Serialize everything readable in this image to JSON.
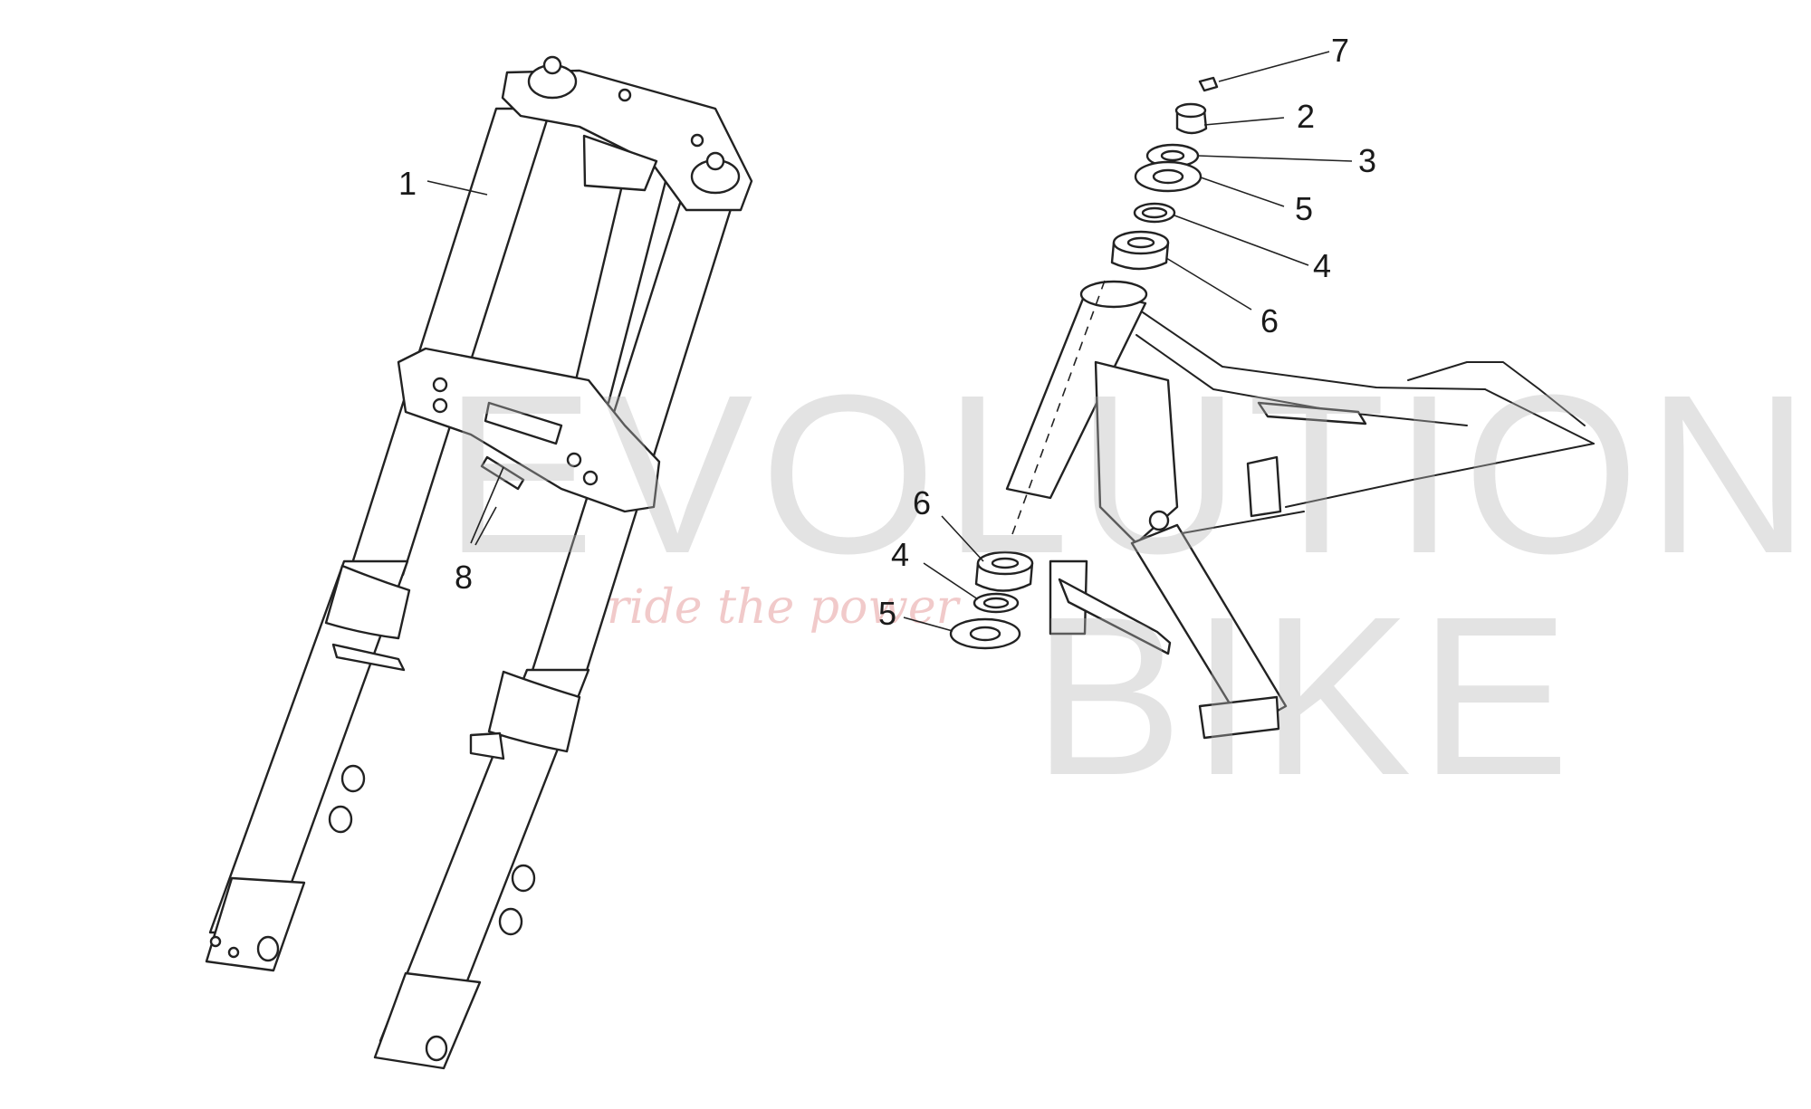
{
  "diagram": {
    "callouts": {
      "c1": "1",
      "c2": "2",
      "c3": "3",
      "c4a": "4",
      "c4b": "4",
      "c5a": "5",
      "c5b": "5",
      "c6a": "6",
      "c6b": "6",
      "c7": "7",
      "c8": "8"
    }
  },
  "watermark": {
    "word_top": "EVOLUTION",
    "word_bottom": "BIKE",
    "tagline": "ride the power"
  },
  "colors": {
    "line": "#222222",
    "watermark_gray": "#b8b8b8",
    "watermark_tagline": "#e8a8a8"
  }
}
